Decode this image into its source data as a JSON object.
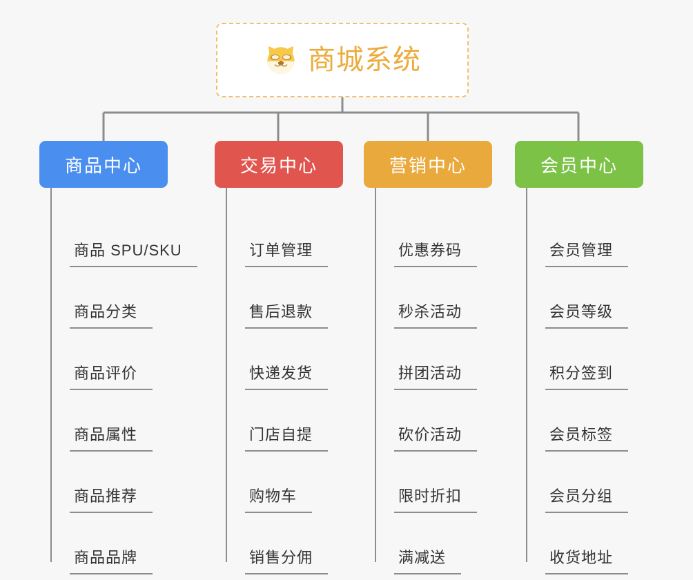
{
  "background_color": "#f7f7f7",
  "connector_color": "#8c8c8c",
  "root": {
    "title": "商城系统",
    "icon": "shiba-dog-face-icon",
    "text_color": "#ecab3c",
    "border_color": "#f0c070",
    "background_color": "#ffffff"
  },
  "categories": [
    {
      "label": "商品中心",
      "color": "#4a8ff0",
      "items": [
        "商品 SPU/SKU",
        "商品分类",
        "商品评价",
        "商品属性",
        "商品推荐",
        "商品品牌"
      ]
    },
    {
      "label": "交易中心",
      "color": "#e0564f",
      "items": [
        "订单管理",
        "售后退款",
        "快递发货",
        "门店自提",
        "购物车",
        "销售分佣"
      ]
    },
    {
      "label": "营销中心",
      "color": "#eaa93c",
      "items": [
        "优惠券码",
        "秒杀活动",
        "拼团活动",
        "砍价活动",
        "限时折扣",
        "满减送"
      ]
    },
    {
      "label": "会员中心",
      "color": "#7bc247",
      "items": [
        "会员管理",
        "会员等级",
        "积分签到",
        "会员标签",
        "会员分组",
        "收货地址"
      ]
    }
  ]
}
